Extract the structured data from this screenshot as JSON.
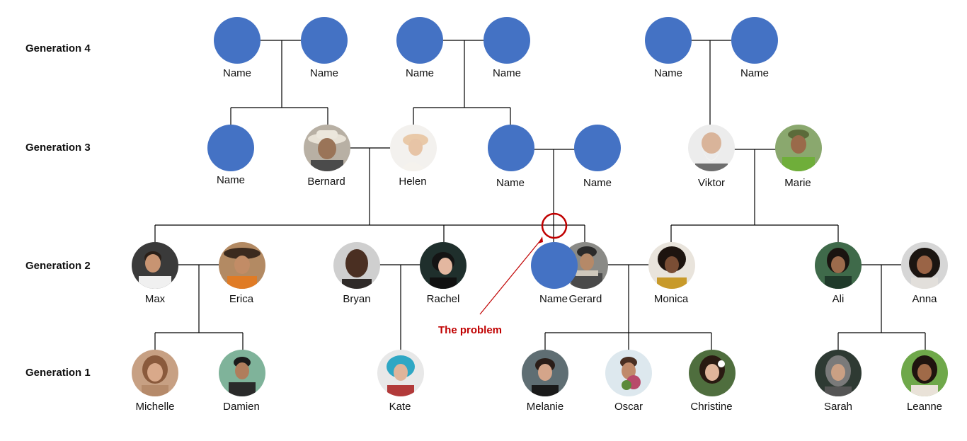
{
  "generations": {
    "g4": "Generation 4",
    "g3": "Generation 3",
    "g2": "Generation 2",
    "g1": "Generation 1"
  },
  "colors": {
    "placeholder": "#4472C4",
    "annotation": "#C00000",
    "line": "#000000"
  },
  "people": {
    "g4_a": "Name",
    "g4_b": "Name",
    "g4_c": "Name",
    "g4_d": "Name",
    "g4_e": "Name",
    "g4_f": "Name",
    "g3_name1": "Name",
    "bernard": "Bernard",
    "helen": "Helen",
    "g3_name2": "Name",
    "g3_name3": "Name",
    "viktor": "Viktor",
    "marie": "Marie",
    "max": "Max",
    "erica": "Erica",
    "bryan": "Bryan",
    "rachel": "Rachel",
    "g2_name": "Name",
    "gerard": "Gerard",
    "monica": "Monica",
    "ali": "Ali",
    "anna": "Anna",
    "michelle": "Michelle",
    "damien": "Damien",
    "kate": "Kate",
    "melanie": "Melanie",
    "oscar": "Oscar",
    "christine": "Christine",
    "sarah": "Sarah",
    "leanne": "Leanne"
  },
  "annotation": {
    "text": "The problem"
  }
}
